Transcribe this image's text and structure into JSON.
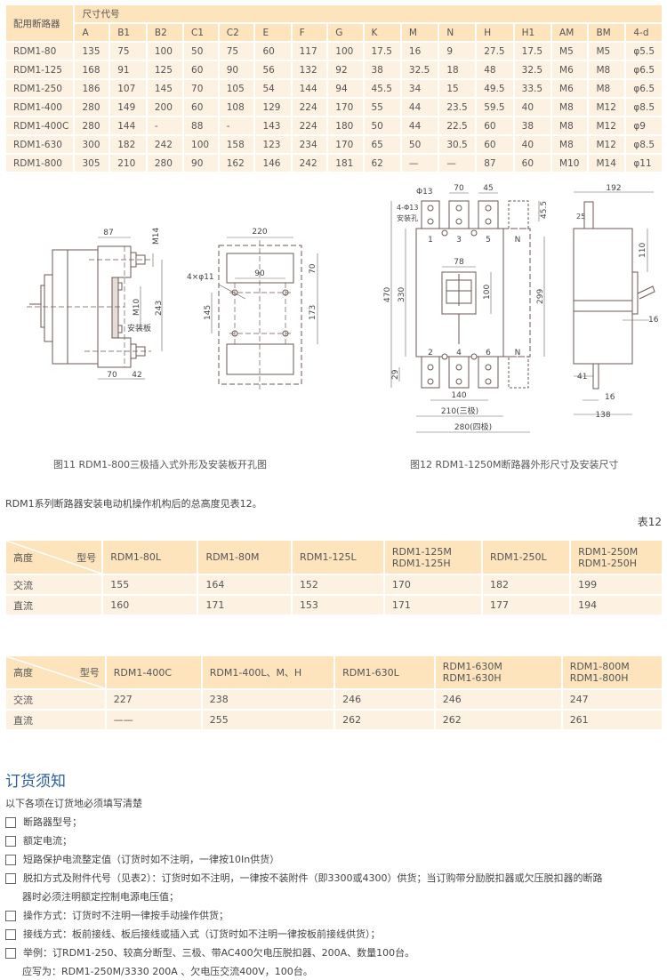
{
  "dim_table": {
    "corner": "配用断路器",
    "group_header": "尺寸代号",
    "columns": [
      "A",
      "B1",
      "B2",
      "C1",
      "C2",
      "E",
      "F",
      "G",
      "K",
      "M",
      "N",
      "H",
      "H1",
      "AM",
      "BM",
      "4-d"
    ],
    "rows": [
      [
        "RDM1-80",
        "135",
        "75",
        "100",
        "50",
        "75",
        "60",
        "117",
        "100",
        "17.5",
        "16",
        "9",
        "27.5",
        "17.5",
        "M5",
        "M5",
        "φ5.5"
      ],
      [
        "RDM1-125",
        "168",
        "91",
        "125",
        "60",
        "90",
        "56",
        "132",
        "92",
        "38",
        "32.5",
        "18",
        "48",
        "32.5",
        "M6",
        "M8",
        "φ6.5"
      ],
      [
        "RDM1-250",
        "186",
        "107",
        "145",
        "70",
        "105",
        "54",
        "144",
        "94",
        "45.5",
        "34",
        "15",
        "49.5",
        "33.5",
        "M6",
        "M8",
        "φ6.5"
      ],
      [
        "RDM1-400",
        "280",
        "149",
        "200",
        "60",
        "108",
        "129",
        "224",
        "170",
        "55",
        "44",
        "23.5",
        "59.5",
        "40",
        "M8",
        "M12",
        "φ8.5"
      ],
      [
        "RDM1-400C",
        "280",
        "144",
        "-",
        "88",
        "-",
        "143",
        "224",
        "180",
        "50",
        "44",
        "22.5",
        "60",
        "38",
        "M8",
        "M12",
        "φ9"
      ],
      [
        "RDM1-630",
        "300",
        "182",
        "242",
        "100",
        "158",
        "123",
        "234",
        "170",
        "65",
        "50",
        "30.5",
        "60",
        "40",
        "M8",
        "M12",
        "φ8.5"
      ],
      [
        "RDM1-800",
        "305",
        "210",
        "280",
        "90",
        "162",
        "146",
        "242",
        "181",
        "62",
        "—",
        "—",
        "87",
        "60",
        "M10",
        "M14",
        "φ11"
      ]
    ]
  },
  "fig11": {
    "caption": "图11  RDM1-800三极插入式外形及安装板开孔图",
    "labels": {
      "d87": "87",
      "m14": "M14",
      "m10": "M10",
      "d243": "243",
      "plate": "安装板",
      "d70": "70",
      "d42": "42",
      "d220": "220",
      "holes": "4×φ11",
      "d90": "90",
      "d70b": "70",
      "d145": "145",
      "d173": "173"
    }
  },
  "fig12": {
    "caption": "图12 RDM1-1250M断路器外形尺寸及安装尺寸",
    "labels": {
      "phi13": "Φ13",
      "d70": "70",
      "d45": "45",
      "d45_5": "45.5",
      "holes": "4-Φ13",
      "holes2": "安装孔",
      "t1": "1",
      "t3": "3",
      "t5": "5",
      "tn": "N",
      "t2": "2",
      "t4": "4",
      "t6": "6",
      "tn2": "N",
      "d78": "78",
      "d100": "100",
      "d470": "470",
      "d330": "330",
      "d299": "299",
      "d29": "29",
      "d140": "140",
      "d210": "210(三极)",
      "d280": "280(四极)",
      "d192": "192",
      "d25": "25",
      "d110": "110",
      "d16": "16",
      "d41": "41",
      "d16b": "16",
      "d138": "138"
    }
  },
  "intro": "RDM1系列断路器安装电动机操作机构后的总高度见表12。",
  "table_label": "表12",
  "height_tables": [
    {
      "corner_left": "高度",
      "corner_right": "型号",
      "models": [
        [
          "RDM1-80L"
        ],
        [
          "RDM1-80M"
        ],
        [
          "RDM1-125L"
        ],
        [
          "RDM1-125M",
          "RDM1-125H"
        ],
        [
          "RDM1-250L"
        ],
        [
          "RDM1-250M",
          "RDM1-250H"
        ]
      ],
      "rows": [
        {
          "label": "交流",
          "values": [
            "155",
            "164",
            "152",
            "170",
            "182",
            "199"
          ]
        },
        {
          "label": "直流",
          "values": [
            "160",
            "171",
            "153",
            "171",
            "177",
            "194"
          ]
        }
      ]
    },
    {
      "corner_left": "高度",
      "corner_right": "型号",
      "models": [
        [
          "RDM1-400C"
        ],
        [
          "RDM1-400L、M、H"
        ],
        [
          "RDM1-630L"
        ],
        [
          "RDM1-630M",
          "RDM1-630H"
        ],
        [
          "RDM1-800M",
          "RDM1-800H"
        ]
      ],
      "rows": [
        {
          "label": "交流",
          "values": [
            "227",
            "238",
            "246",
            "246",
            "247"
          ]
        },
        {
          "label": "直流",
          "values": [
            "——",
            "255",
            "262",
            "262",
            "261"
          ]
        }
      ]
    }
  ],
  "order": {
    "title": "订货须知",
    "title_color": "#2a5fa0",
    "intro": "以下各项在订货地必须填写清楚",
    "items": [
      {
        "text": "断路器型号；"
      },
      {
        "text": "额定电流；"
      },
      {
        "text": "短路保护电流整定值（订货时如不注明，一律按10In供货）"
      },
      {
        "text": "脱扣方式及附件代号（见表2）：订货时如不注明，一律按不装附件（即3300或4300）供货；当订购带分励脱扣器或欠压脱扣器的断路",
        "cont": "器时必须注明额定控制电源电压值；"
      },
      {
        "text": "操作方式：订货时不注明一律按手动操作供货；"
      },
      {
        "text": "接线方式：板前接线、板后接线或插入式（订货时如不注明一律按板前接线供货）；"
      },
      {
        "text": "举例：订RDM1-250、较高分断型、三极、带AC400欠电压脱扣器、200A、数量100台。",
        "cont": "应写为：RDM1-250M/3330  200A  、欠电压交流400V，100台。"
      }
    ]
  },
  "colors": {
    "header_bg": "#fde4bd",
    "row_bg": "#fdf1e2",
    "line": "#6b5a55"
  }
}
